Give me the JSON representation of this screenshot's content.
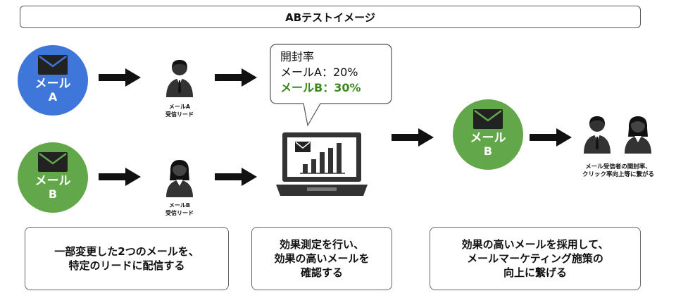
{
  "title": "ABテストイメージ",
  "colors": {
    "mail_a": "#3f76d9",
    "mail_b": "#62a84a",
    "green_text": "#3c8a1e",
    "icon": "#222222"
  },
  "mail_a": {
    "line1": "メール",
    "line2": "A",
    "icon": "envelope-icon"
  },
  "mail_b": {
    "line1": "メール",
    "line2": "B",
    "icon": "envelope-icon"
  },
  "lead_a": {
    "line1": "メールA",
    "line2": "受信リード",
    "icon": "man-icon"
  },
  "lead_b": {
    "line1": "メールB",
    "line2": "受信リード",
    "icon": "woman-icon"
  },
  "bubble": {
    "title": "開封率",
    "line_a": "メールA：20%",
    "line_b": "メールB：30%"
  },
  "laptop": {
    "icon": "laptop-chart-icon"
  },
  "winner": {
    "line1": "メール",
    "line2": "B",
    "icon": "envelope-icon"
  },
  "result": {
    "line1": "メール受信者の開封率、",
    "line2": "クリック率向上等に繋がる"
  },
  "steps": [
    {
      "lines": [
        "一部変更した2つのメールを、",
        "特定のリードに配信する"
      ]
    },
    {
      "lines": [
        "効果測定を行い、",
        "効果の高いメールを",
        "確認する"
      ]
    },
    {
      "lines": [
        "効果の高いメールを採用して、",
        "メールマーケティング施策の",
        "向上に繋げる"
      ]
    }
  ]
}
